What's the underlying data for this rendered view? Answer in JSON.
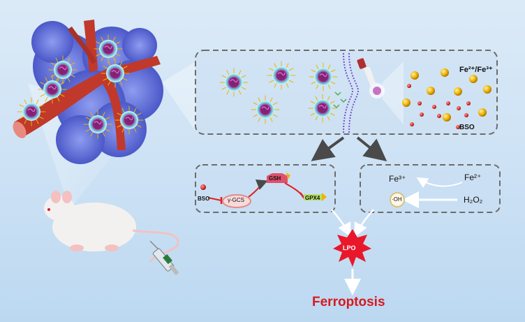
{
  "labels": {
    "iron_ions": "Fe²⁺/Fe³⁺",
    "bso_top": "BSO",
    "bso_left": "BSO",
    "gcs": "γ-GCS",
    "gsh": "GSH",
    "gpx4": "GPX4",
    "fe3": "Fe³⁺",
    "fe2": "Fe²⁺",
    "oh": "·OH",
    "h2o2": "H₂O₂",
    "lpo": "LPO",
    "ferroptosis": "Ferroptosis"
  },
  "colors": {
    "ferroptosis": "#d71920",
    "lpo_star": "#e8182a",
    "vessel": "#c0392b",
    "tumor": "#6f7fe0",
    "iron": "#f0b400",
    "bso_dot": "#d9302b",
    "membrane": "#7b4fd0"
  }
}
